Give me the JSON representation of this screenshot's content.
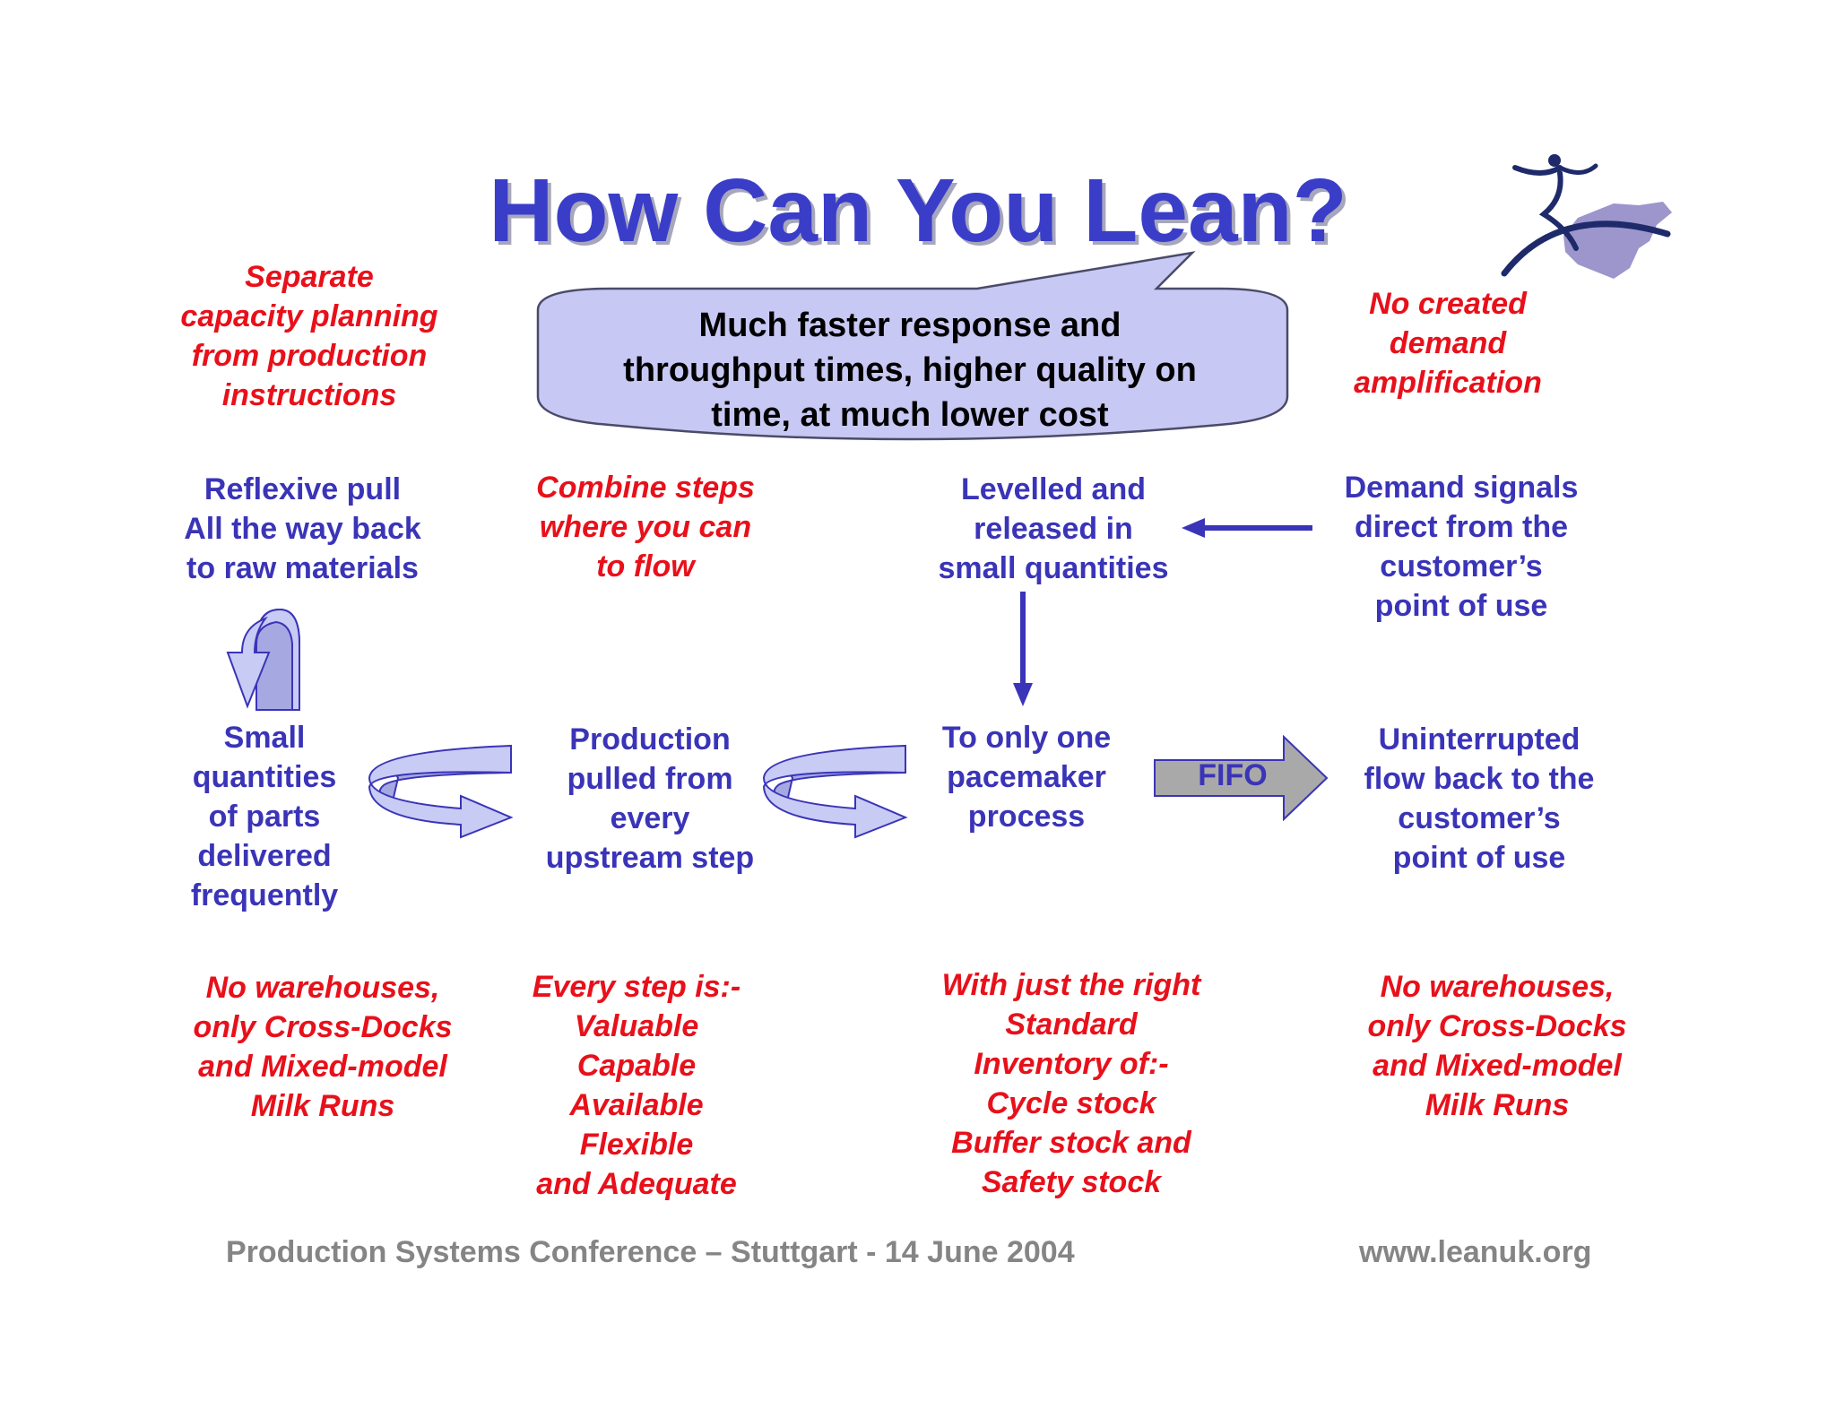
{
  "title": "How Can You Lean?",
  "callout": [
    "Much faster response and",
    "throughput times, higher quality on",
    "time, at much lower cost"
  ],
  "top_left_note": [
    "Separate",
    "capacity planning",
    "from production",
    "instructions"
  ],
  "top_right_note": [
    "No created",
    "demand",
    "amplification"
  ],
  "row1": {
    "reflexive": [
      "Reflexive pull",
      "All the way back",
      "to raw materials"
    ],
    "combine": [
      "Combine steps",
      "where you can",
      "to flow"
    ],
    "levelled": [
      "Levelled and",
      "released in",
      "small quantities"
    ],
    "demand": [
      "Demand signals",
      "direct from the",
      "customer’s",
      "point of use"
    ]
  },
  "row2": {
    "small": [
      "Small",
      "quantities",
      "of parts",
      "delivered",
      "frequently"
    ],
    "production": [
      "Production",
      "pulled from",
      "every",
      "upstream step"
    ],
    "pacemaker": [
      "To only one",
      "pacemaker",
      "process"
    ],
    "uninterrupted": [
      "Uninterrupted",
      "flow back to the",
      "customer’s",
      "point of use"
    ]
  },
  "fifo_label": "FIFO",
  "row3": {
    "col1": [
      "No warehouses,",
      "only Cross-Docks",
      "and Mixed-model",
      "Milk Runs"
    ],
    "col2": [
      "Every step is:-",
      "Valuable",
      "Capable",
      "Available",
      "Flexible",
      "and Adequate"
    ],
    "col3": [
      "With just the right",
      "Standard",
      "Inventory of:-",
      "Cycle stock",
      "Buffer stock and",
      "Safety stock"
    ],
    "col4": [
      "No warehouses,",
      "only Cross-Docks",
      "and Mixed-model",
      "Milk Runs"
    ]
  },
  "footer": {
    "left": "Production Systems Conference – Stuttgart - 14 June 2004",
    "right": "www.leanuk.org"
  },
  "colors": {
    "blue_text": "#3a34b8",
    "red_text": "#e8101a",
    "callout_fill": "#c8c8f4",
    "arrow_fill": "#c8cbf4",
    "footer": "#858585"
  },
  "icons": [
    "lean-logo-icon",
    "circular-pull-arrow-icon",
    "curved-flow-arrow-icon",
    "fifo-arrow-icon"
  ]
}
